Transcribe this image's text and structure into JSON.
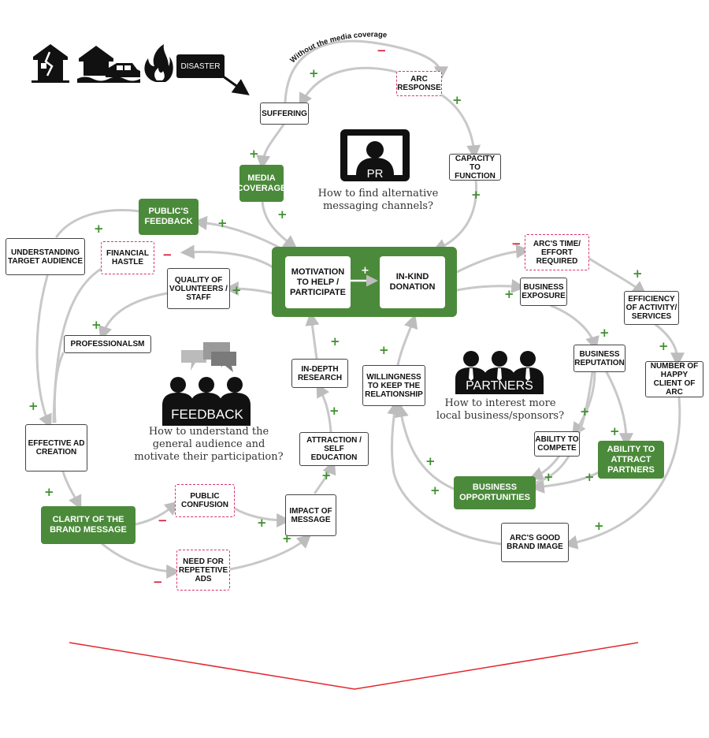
{
  "title": "",
  "nodes": {
    "disaster": "DISASTER",
    "suffering": "SUFFERING",
    "arc_response": "ARC RESPONSE",
    "capacity": "CAPACITY TO FUNCTION",
    "media_coverage": "MEDIA COVERAGE",
    "publics_feedback": "PUBLIC'S FEEDBACK",
    "understanding": "UNDERSTANDING TARGET AUDIENCE",
    "financial_hastle": "FINANCIAL HASTLE",
    "quality": "QUALITY OF VOLUNTEERS / STAFF",
    "motivation": "MOTIVATION TO HELP / PARTICIPATE",
    "inkind": "IN-KIND DONATION",
    "professionalism": "PROFESSIONALSM",
    "effective_ad": "EFFECTIVE AD CREATION",
    "clarity": "CLARITY OF THE BRAND MESSAGE",
    "public_confusion": "PUBLIC CONFUSION",
    "repetitive_ads": "NEED FOR REPETETIVE ADS",
    "impact": "IMPACT OF MESSAGE",
    "attraction": "ATTRACTION / SELF EDUCATION",
    "indepth": "IN-DEPTH RESEARCH",
    "willingness": "WILLINGNESS TO KEEP THE RELATIONSHIP",
    "arcs_time": "ARC'S TIME/ EFFORT REQUIRED",
    "business_exposure": "BUSINESS EXPOSURE",
    "efficiency": "EFFICIENCY OF ACTIVITY/ SERVICES",
    "business_reputation": "BUSINESS REPUTATION",
    "happy_client": "NUMBER OF HAPPY CLIENT OF ARC",
    "ability_compete": "ABILITY TO COMPETE",
    "ability_attract": "ABILITY TO ATTRACT PARTNERS",
    "business_opps": "BUSINESS OPPORTUNITIES",
    "good_brand": "ARC'S GOOD BRAND IMAGE"
  },
  "loop_label": "Without the media coverage",
  "sections": {
    "pr": {
      "label": "PR",
      "question_1": "How to find alternative",
      "question_2": "messaging channels?"
    },
    "feedback": {
      "label": "FEEDBACK",
      "question_1": "How to understand the",
      "question_2": "general audience and",
      "question_3": "motivate their participation?"
    },
    "partners": {
      "label": "PARTNERS",
      "question_1": "How to interest more",
      "question_2": "local business/sponsors?"
    }
  },
  "signs": {
    "plus": "+",
    "minus": "−"
  },
  "icons": [
    "earthquake-house-icon",
    "flood-house-car-icon",
    "fire-icon",
    "pr-presenter-icon",
    "feedback-people-icon",
    "partners-people-icon"
  ],
  "colors": {
    "green": "#4b8a3a",
    "plus": "#3f8f2f",
    "minus": "#d81e3a",
    "dashed": "#d6336c",
    "line": "#c8c8c8",
    "red_line": "#e3262c"
  }
}
